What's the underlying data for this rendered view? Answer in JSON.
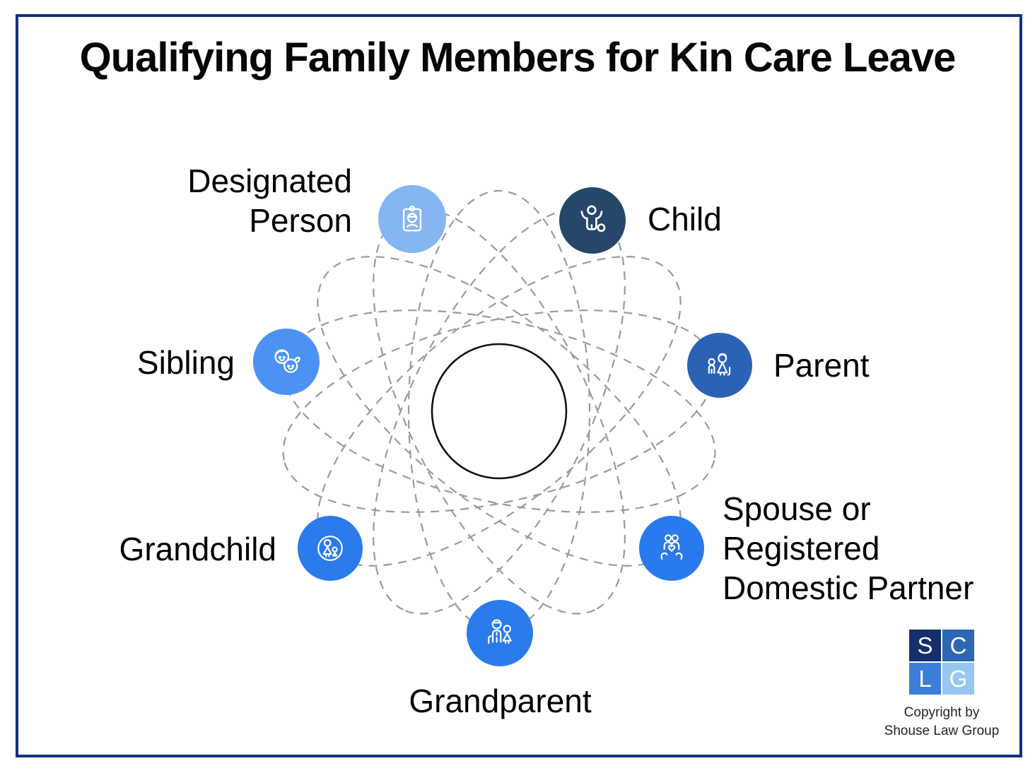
{
  "title": "Qualifying Family Members for Kin Care Leave",
  "diagram": {
    "nodes": [
      {
        "id": "designated-person",
        "label": "Designated Person",
        "label_lines": [
          "Designated",
          "Person"
        ],
        "color": "#85B5F3",
        "icon": "id-badge-person-icon"
      },
      {
        "id": "child",
        "label": "Child",
        "color": "#264769",
        "icon": "child-arms-up-icon"
      },
      {
        "id": "parent",
        "label": "Parent",
        "color": "#2A62B5",
        "icon": "parent-with-child-icon"
      },
      {
        "id": "spouse",
        "label": "Spouse or Registered Domestic Partner",
        "label_lines": [
          "Spouse or",
          "Registered",
          "Domestic Partner"
        ],
        "color": "#2979EF",
        "icon": "couple-heart-hands-icon"
      },
      {
        "id": "grandparent",
        "label": "Grandparent",
        "color": "#2B7BEC",
        "icon": "grandparents-icon"
      },
      {
        "id": "grandchild",
        "label": "Grandchild",
        "color": "#2B7BEC",
        "icon": "adult-with-child-circle-icon"
      },
      {
        "id": "sibling",
        "label": "Sibling",
        "color": "#4B92F3",
        "icon": "two-children-faces-icon"
      }
    ],
    "orbit_color": "#9A9A9A",
    "center_circle_stroke": "#111111",
    "icon_stroke": "#FFFFFF"
  },
  "frame_border_color": "#11327D",
  "footer": {
    "logo": {
      "letters": [
        "S",
        "C",
        "L",
        "G"
      ],
      "colors": {
        "s": "#14306B",
        "c": "#2D66B2",
        "l": "#3C7ED8",
        "g": "#97C6F1"
      }
    },
    "copyright_lines": [
      "Copyright by",
      "Shouse Law Group"
    ]
  }
}
